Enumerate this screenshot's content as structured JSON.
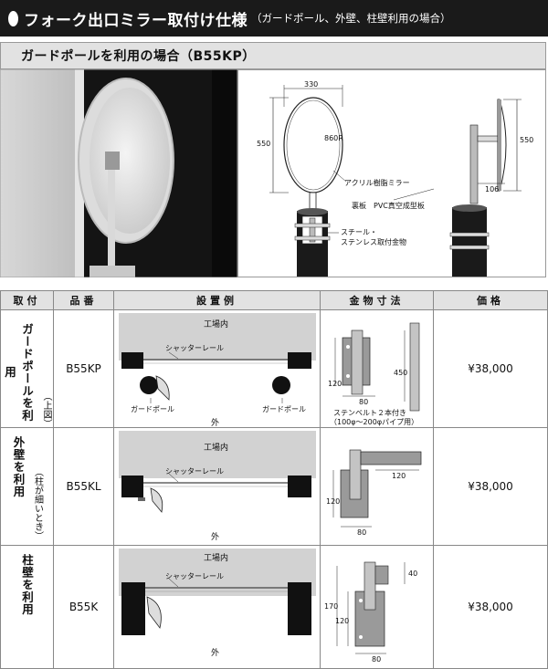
{
  "header": {
    "title": "フォーク出口ミラー取付け仕様",
    "subtitle": "（ガードポール、外壁、柱壁利用の場合）"
  },
  "section": {
    "title": "ガードポールを利用の場合（B55KP）"
  },
  "diagram": {
    "width_dim": "330",
    "height_dim": "550",
    "radius": "860R",
    "mirror_label": "アクリル樹脂ミラー",
    "back_label": "裏板　PVC真空成型板",
    "fitting_label_1": "スチール・",
    "fitting_label_2": "ステンレス取付金物",
    "side_height_dim": "550",
    "side_depth_dim": "106"
  },
  "table": {
    "headers": [
      "取付",
      "品番",
      "設置例",
      "金物寸法",
      "価格"
    ],
    "rows": [
      {
        "mount": "ガードポールを利用",
        "mount_note": "（上図）",
        "code": "B55KP",
        "layout_title": "工場内",
        "shutter": "シャッターレール",
        "guard_left": "ガードポール",
        "guard_right": "ガードポール",
        "outside": "外",
        "dim_a": "120",
        "dim_b": "80",
        "dim_c": "450",
        "note_1": "ステンベルト２本付き",
        "note_2": "（100φ〜200φパイプ用）",
        "price": "¥38,000"
      },
      {
        "mount": "外壁を利用",
        "mount_note": "（柱が細いとき）",
        "code": "B55KL",
        "layout_title": "工場内",
        "shutter": "シャッターレール",
        "outside": "外",
        "dim_a": "120",
        "dim_b": "80",
        "dim_c": "120",
        "price": "¥38,000"
      },
      {
        "mount": "柱壁を利用",
        "code": "B55K",
        "layout_title": "工場内",
        "shutter": "シャッターレール",
        "outside": "外",
        "dim_a": "170",
        "dim_b": "120",
        "dim_c": "80",
        "dim_d": "40",
        "price": "¥38,000"
      }
    ]
  }
}
